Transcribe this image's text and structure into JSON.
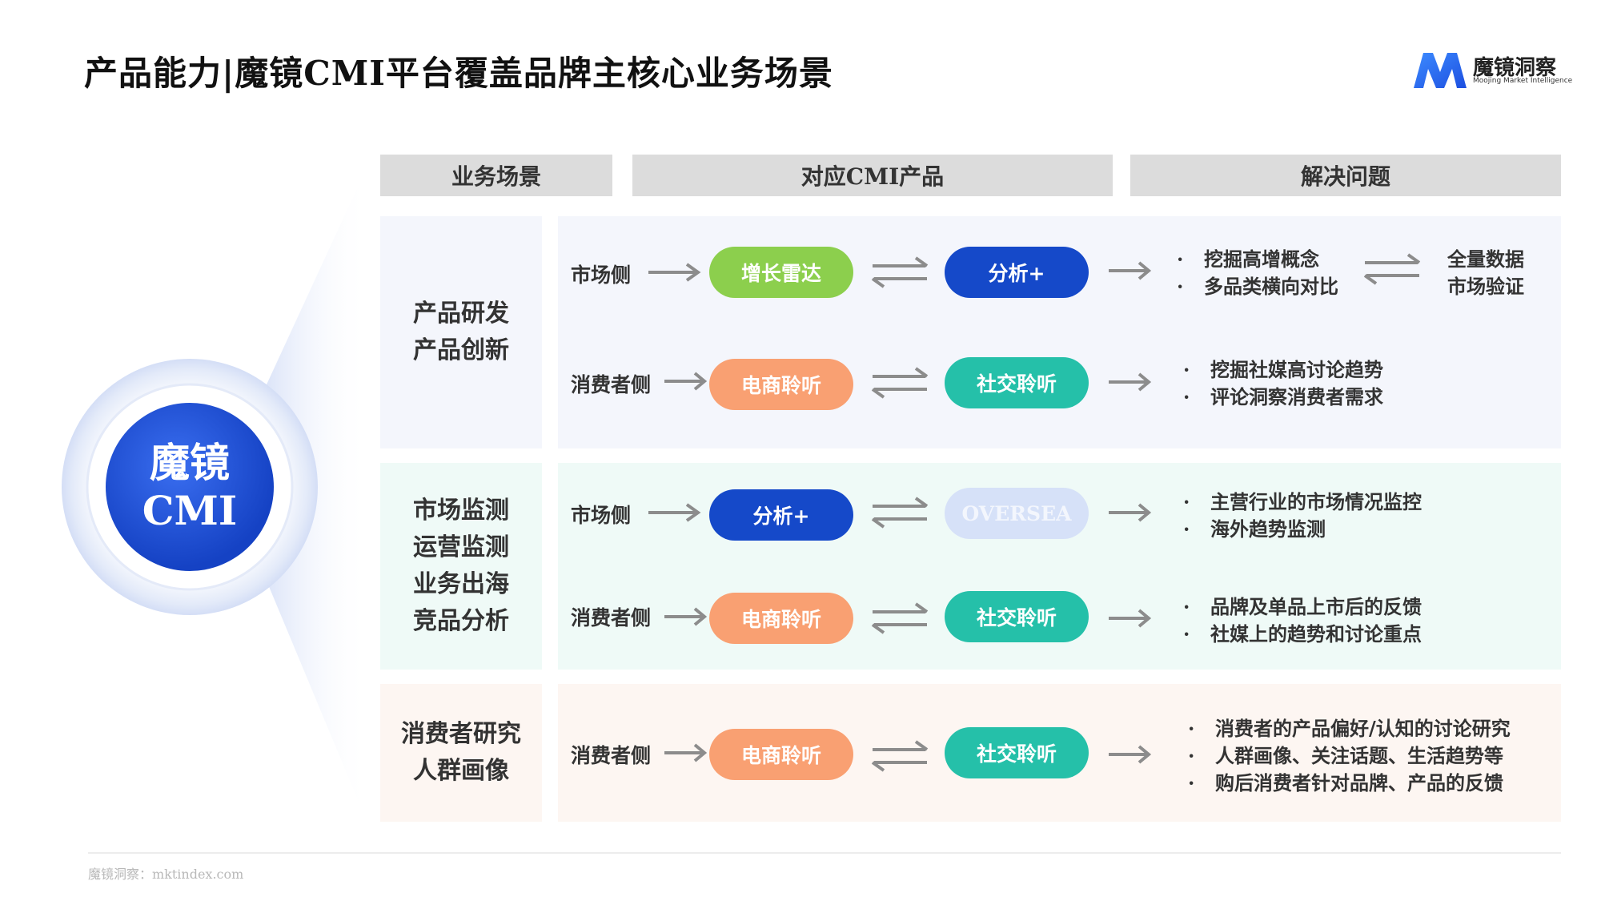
{
  "title": "产品能力|魔镜CMI平台覆盖品牌主核心业务场景",
  "logo": {
    "name": "魔镜洞察",
    "subtitle": "Moojing Market Intelligence",
    "brand_color": "#2f6cf0"
  },
  "center": {
    "line1": "魔镜",
    "line2": "CMI"
  },
  "headers": {
    "scenario": "业务场景",
    "product": "对应CMI产品",
    "issues": "解决问题"
  },
  "rows": [
    {
      "scenario": [
        "产品研发",
        "产品创新"
      ],
      "flows": [
        {
          "side": "市场侧",
          "p1": "增长雷达",
          "p2": "分析+",
          "issues": [
            "挖掘高增概念",
            "多品类横向对比"
          ],
          "extra": [
            "全量数据",
            "市场验证"
          ]
        },
        {
          "side": "消费者侧",
          "p1": "电商聆听",
          "p2": "社交聆听",
          "issues": [
            "挖掘社媒高讨论趋势",
            "评论洞察消费者需求"
          ]
        }
      ]
    },
    {
      "scenario": [
        "市场监测",
        "运营监测",
        "业务出海",
        "竞品分析"
      ],
      "flows": [
        {
          "side": "市场侧",
          "p1": "分析+",
          "p2": "OVERSEA",
          "issues": [
            "主营行业的市场情况监控",
            "海外趋势监测"
          ]
        },
        {
          "side": "消费者侧",
          "p1": "电商聆听",
          "p2": "社交聆听",
          "issues": [
            "品牌及单品上市后的反馈",
            "社媒上的趋势和讨论重点"
          ]
        }
      ]
    },
    {
      "scenario": [
        "消费者研究",
        "人群画像"
      ],
      "flows": [
        {
          "side": "消费者侧",
          "p1": "电商聆听",
          "p2": "社交聆听",
          "issues": [
            "消费者的产品偏好/认知的讨论研究",
            "人群画像、关注话题、生活趋势等",
            "购后消费者针对品牌、产品的反馈"
          ]
        }
      ]
    }
  ],
  "footer": "魔镜洞察：mktindex.com",
  "colors": {
    "green_pill": "#8ccf4d",
    "blue_pill": "#1549c9",
    "orange_pill": "#f9a072",
    "teal_pill": "#25c0a9",
    "light_pill": "#d6e1f8",
    "circle": "#1a4fd6"
  }
}
